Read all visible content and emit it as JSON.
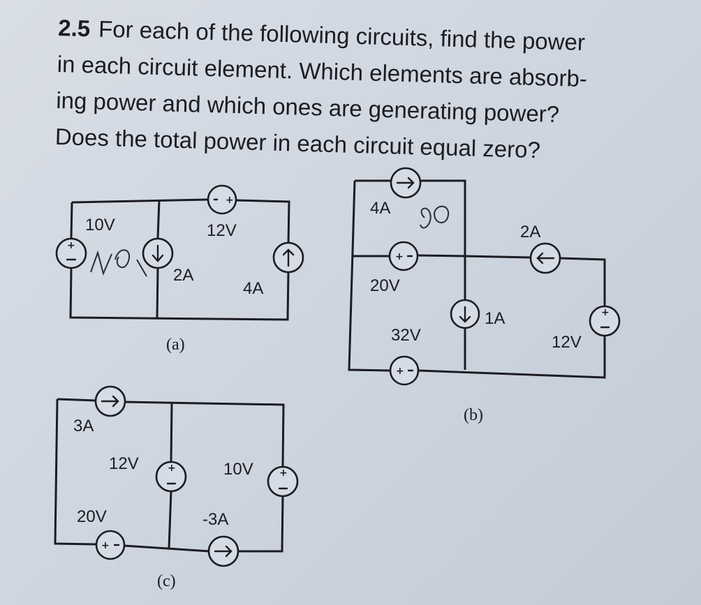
{
  "problem": {
    "number": "2.5",
    "lines": [
      "For each of the following circuits, find the power",
      "in each circuit element. Which elements are absorb-",
      "ing power and which ones are generating power?",
      "Does the total power in each circuit equal zero?"
    ]
  },
  "circuit_a": {
    "caption": "(a)",
    "labels": {
      "v_left": "10V",
      "v_top": "12V",
      "i_mid": "2A",
      "i_right": "4A"
    }
  },
  "circuit_b": {
    "caption": "(b)",
    "labels": {
      "i_top": "4A",
      "i_right": "2A",
      "v_mid": "20V",
      "i_center": "1A",
      "v_bottom": "32V",
      "v_right": "12V"
    }
  },
  "circuit_c": {
    "caption": "(c)",
    "labels": {
      "i_top": "3A",
      "v_mid": "12V",
      "v_right": "10V",
      "v_bottom": "20V",
      "i_bottom": "-3A"
    }
  },
  "symbols": {
    "plus": "+",
    "minus": "-"
  },
  "icons": {
    "current_source": "current-source-icon",
    "voltage_source": "voltage-source-icon"
  }
}
